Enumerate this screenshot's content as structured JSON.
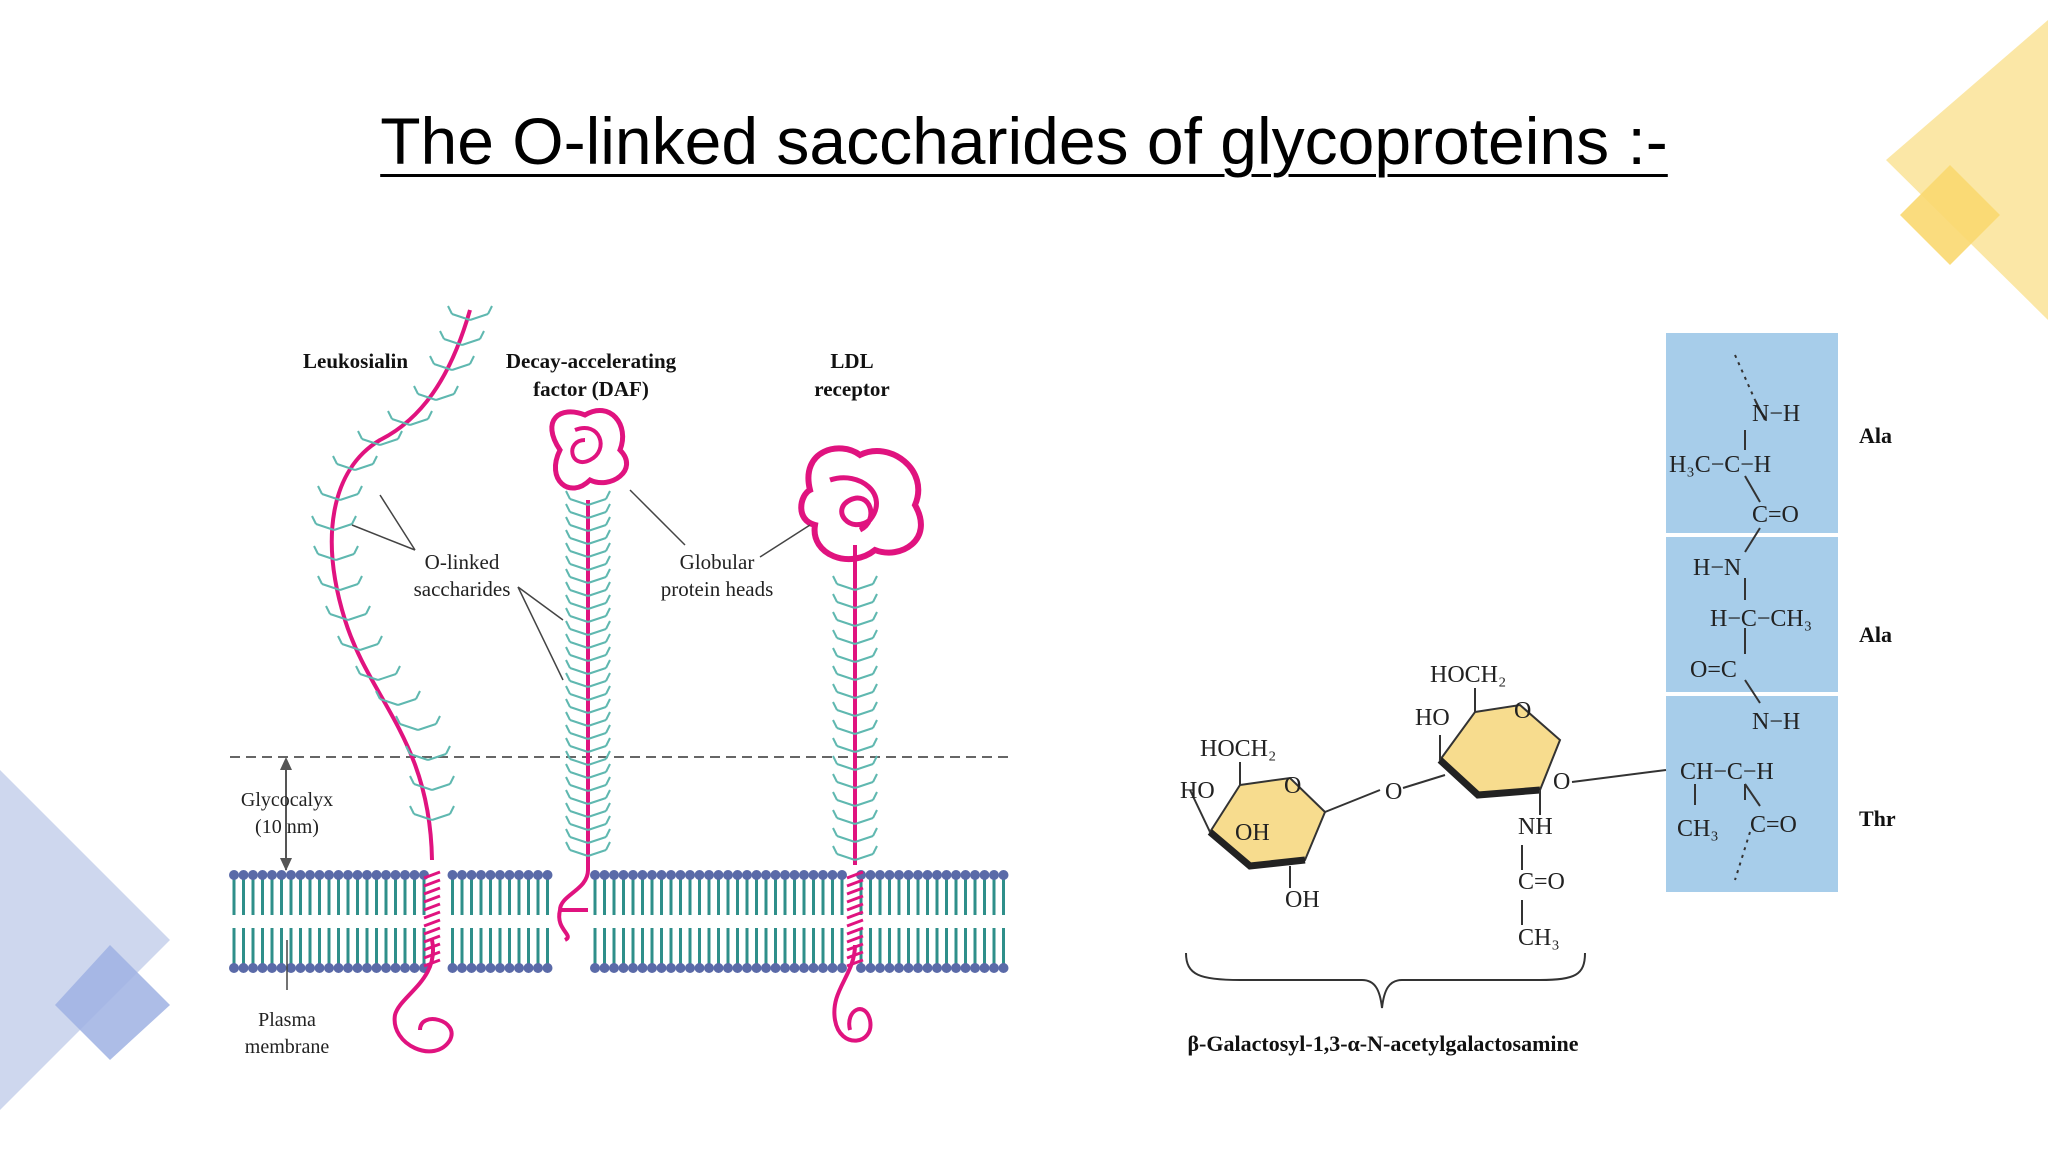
{
  "slide": {
    "title": "The O-linked saccharides of glycoproteins :-"
  },
  "left_diagram": {
    "labels": {
      "leukosialin": "Leukosialin",
      "daf_line1": "Decay-accelerating",
      "daf_line2": "factor (DAF)",
      "ldl_line1": "LDL",
      "ldl_line2": "receptor",
      "olinked_line1": "O-linked",
      "olinked_line2": "saccharides",
      "globular_line1": "Globular",
      "globular_line2": "protein heads",
      "glycocalyx_line1": "Glycocalyx",
      "glycocalyx_line2": "(10 nm)",
      "plasma_line1": "Plasma",
      "plasma_line2": "membrane"
    },
    "colors": {
      "protein": "#e0137f",
      "sugar": "#5fb8b0",
      "lipid_head": "#5a6aa8",
      "lipid_tail": "#2f8f8a"
    }
  },
  "right_diagram": {
    "residues": [
      "Ala",
      "Ala",
      "Thr"
    ],
    "chem": {
      "nh1": "N−H",
      "h3c_ch": "H₃C−C−H",
      "co1": "C=O",
      "hn": "H−N",
      "h_c_ch3": "H−C−CH₃",
      "oc": "O=C",
      "nh2": "N−H",
      "ch_ch": "CH−C−H",
      "ch3": "CH₃",
      "co2": "C=O",
      "hoch2_a": "HOCH₂",
      "ho_a": "HO",
      "o_ring_a": "O",
      "oh_a": "OH",
      "oh_b": "OH",
      "link_o1": "O",
      "hoch2_b": "HOCH₂",
      "ho_b": "HO",
      "o_ring_b": "O",
      "link_o2": "O",
      "nh3": "NH",
      "co3": "C=O",
      "ch3_b": "CH₃"
    },
    "caption": "β-Galactosyl-1,3-α-N-acetylgalactosamine",
    "colors": {
      "panel": "#a7cdea",
      "ring": "#f7dc8e"
    }
  }
}
